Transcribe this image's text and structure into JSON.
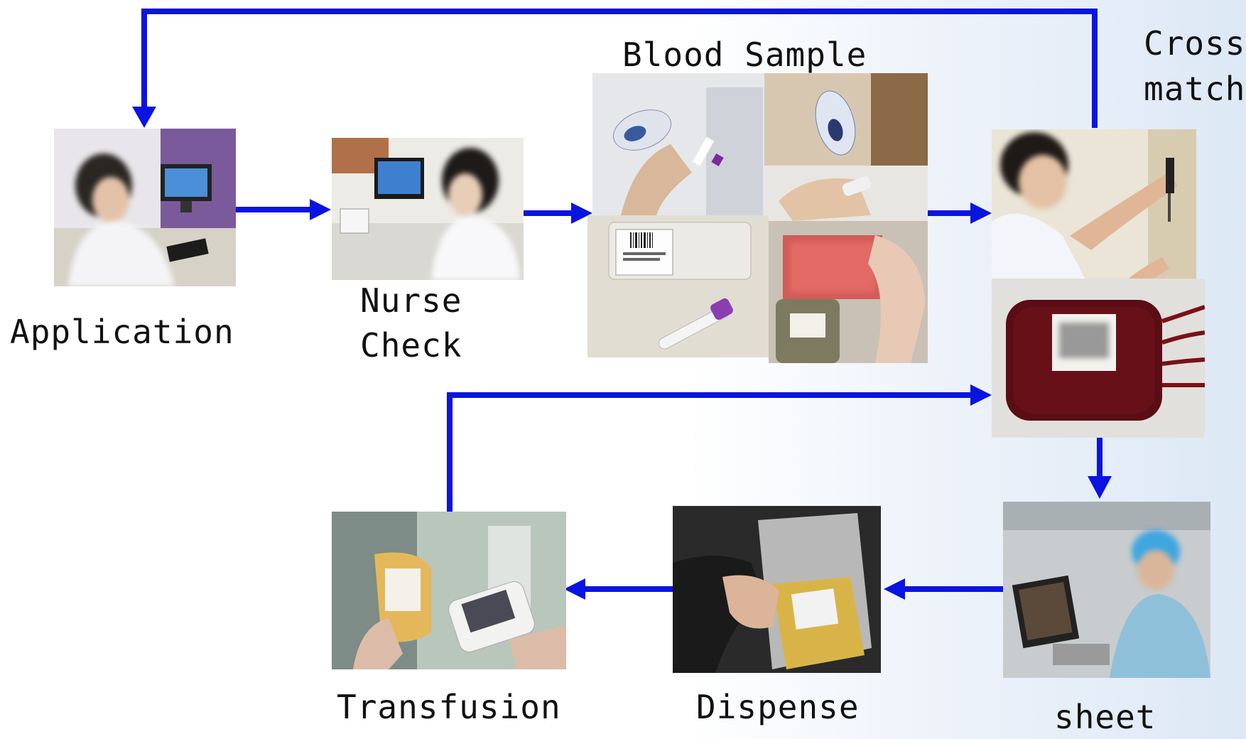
{
  "labels": {
    "application": "Application",
    "nurse_check": [
      "Nurse",
      "Check"
    ],
    "blood_sample": "Blood Sample",
    "cross_match": [
      "Cross",
      "match"
    ],
    "sheet": "sheet",
    "dispense": "Dispense",
    "transfusion": "Transfusion"
  },
  "colors": {
    "arrow": "#0a14e0",
    "blood": "#5a0d14"
  },
  "icons": {
    "application": "computer-workstation-photo",
    "nurse_check": "nurse-at-computer-photo",
    "blood_sample": "barcode-scan-sample-collage",
    "cross_match": "lab-pipette-and-blood-bag-photo",
    "sheet": "surgeon-at-monitor-photo",
    "dispense": "barcode-scanner-photo",
    "transfusion": "handheld-scanner-at-bedside-photo"
  }
}
